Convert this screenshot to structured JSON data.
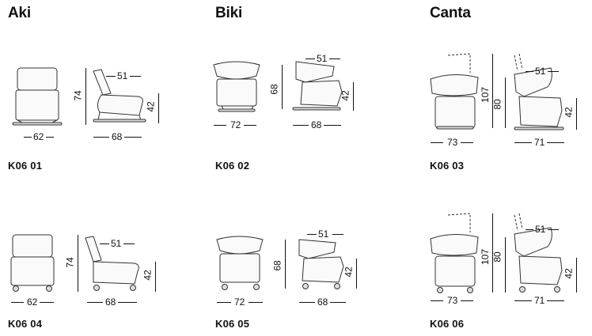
{
  "columns": [
    {
      "title": "Aki"
    },
    {
      "title": "Biki"
    },
    {
      "title": "Canta"
    }
  ],
  "cells": [
    {
      "code": "K06 01",
      "front_width": "62",
      "front_height": "74",
      "side_depth": "68",
      "seat_depth": "51",
      "seat_height": "42"
    },
    {
      "code": "K06 02",
      "front_width": "72",
      "front_height": "68",
      "side_depth": "68",
      "seat_depth": "51",
      "seat_height": "42"
    },
    {
      "code": "K06 03",
      "front_width": "73",
      "front_height": "80",
      "front_height_raised": "107",
      "side_depth": "71",
      "seat_depth": "51",
      "seat_height": "42"
    },
    {
      "code": "K06 04",
      "front_width": "62",
      "front_height": "74",
      "side_depth": "68",
      "seat_depth": "51",
      "seat_height": "42"
    },
    {
      "code": "K06 05",
      "front_width": "72",
      "front_height": "68",
      "side_depth": "68",
      "seat_depth": "51",
      "seat_height": "42"
    },
    {
      "code": "K06 06",
      "front_width": "73",
      "front_height": "80",
      "front_height_raised": "107",
      "side_depth": "71",
      "seat_depth": "51",
      "seat_height": "42"
    }
  ]
}
